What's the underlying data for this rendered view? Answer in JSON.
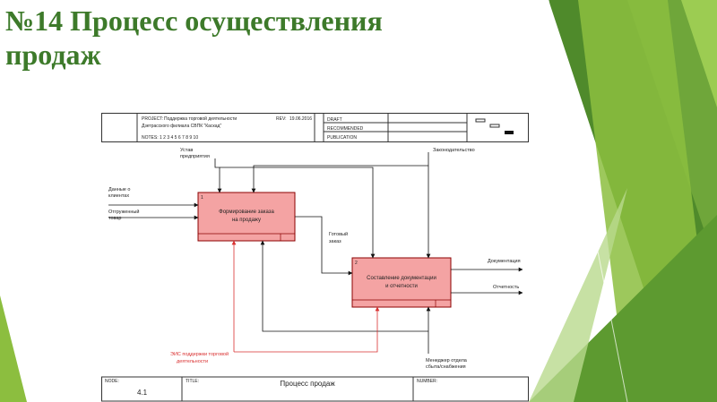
{
  "slide": {
    "title_line1": "№14 Процесс осуществления",
    "title_line2": "продаж"
  },
  "colors": {
    "title": "#3d7a2a",
    "box_fill": "#f4a3a3",
    "box_stroke": "#8b0000",
    "mechanism_red": "#d93030",
    "green_dark": "#4f8a2b",
    "green_light": "#8cbe3f"
  },
  "header": {
    "project_label": "PROJECT:",
    "project_value": "Поддержка торговой деятельности",
    "project_value2": "Дзетрасского филиала СВПК \"Каскад\"",
    "rev_label": "REV:",
    "rev_value": "19.06.2016",
    "notes": "NOTES: 1 2 3 4 5 6 7 8 9 10",
    "draft": "DRAFT",
    "recommended": "RECOMMENDED",
    "publication": "PUBLICATION"
  },
  "boxes": [
    {
      "line1": "Формирование заказа",
      "line2": "на продажу",
      "number": "1"
    },
    {
      "line1": "Составление документации",
      "line2": "и отчетности",
      "number": "2"
    }
  ],
  "labels": {
    "control_ustav_1": "Устав",
    "control_ustav_2": "предприятия",
    "control_law": "Законодательство",
    "input_data_1": "Данные о",
    "input_data_2": "клиентах",
    "input_goods_1": "Отгруженный",
    "input_goods_2": "товар",
    "ready_order_1": "Готовый",
    "ready_order_2": "заказ",
    "out_docs": "Документация",
    "out_report": "Отчетность",
    "mech_ems_1": "ЭИС поддержки торговой",
    "mech_ems_2": "деятельности",
    "mech_manager_1": "Менеджер отдела",
    "mech_manager_2": "сбыта/снабжения"
  },
  "footer": {
    "node_label": "NODE:",
    "node_value": "4.1",
    "title_label": "TITLE:",
    "title_value": "Процесс продаж",
    "number_label": "NUMBER:"
  }
}
